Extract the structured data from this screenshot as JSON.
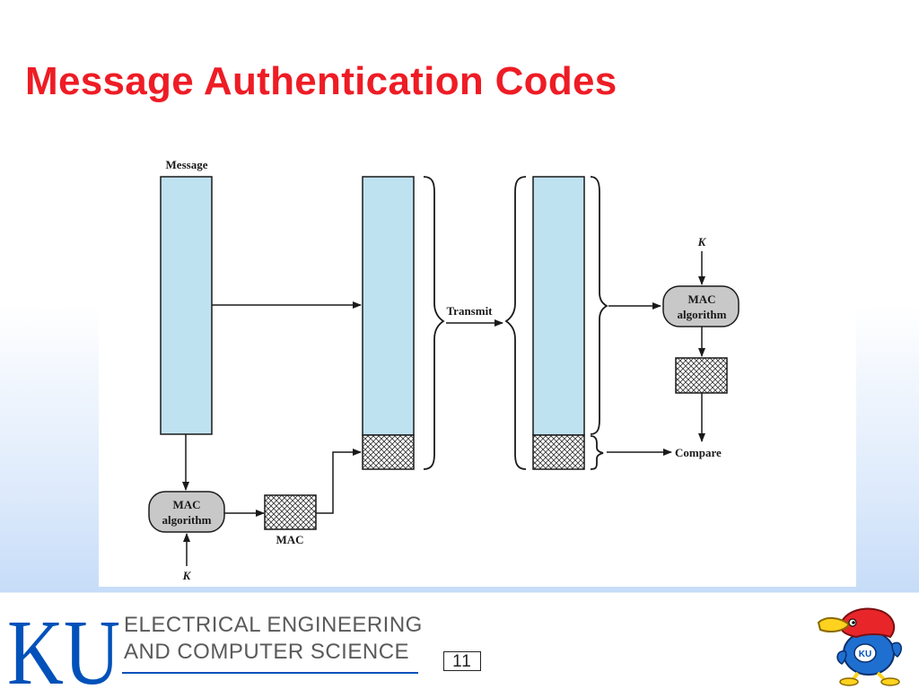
{
  "slide": {
    "title": "Message Authentication Codes",
    "page_number": "11"
  },
  "diagram": {
    "message_label": "Message",
    "mac_algorithm_line1": "MAC",
    "mac_algorithm_line2": "algorithm",
    "mac_label": "MAC",
    "key_label": "K",
    "transmit_label": "Transmit",
    "compare_label": "Compare",
    "colors": {
      "block_fill": "#bfe2f0",
      "algo_fill": "#c8c8c8"
    }
  },
  "footer": {
    "logo_text": "KU",
    "department_line1": "ELECTRICAL ENGINEERING",
    "department_line2": "AND COMPUTER SCIENCE",
    "colors": {
      "ku_blue": "#0051ba",
      "title_red": "#ee1c25"
    }
  }
}
